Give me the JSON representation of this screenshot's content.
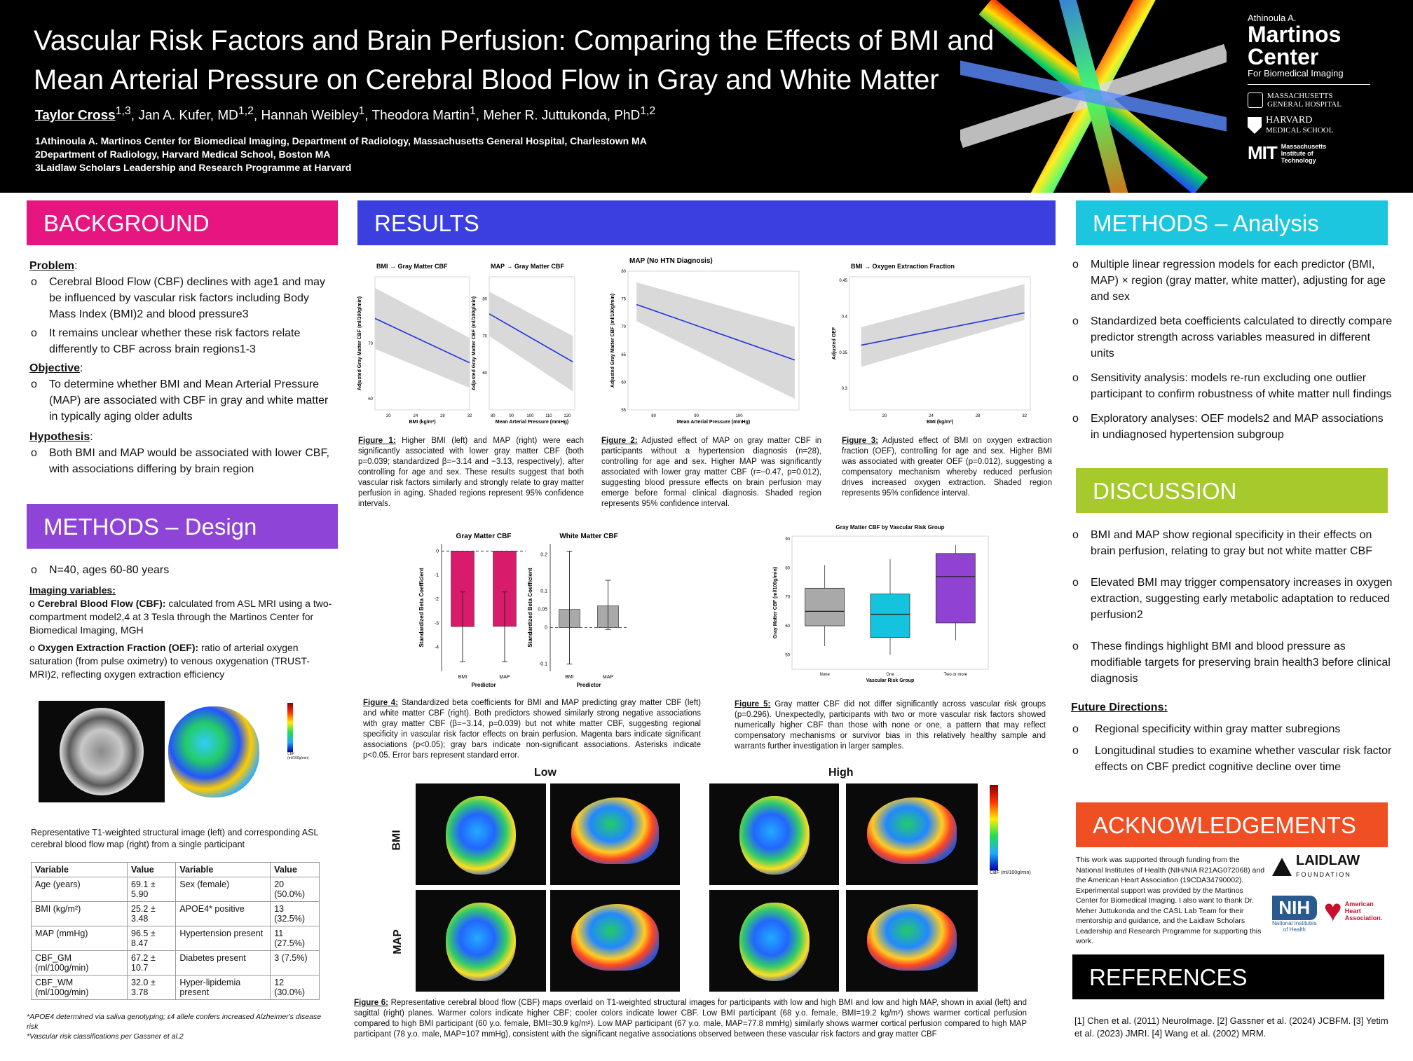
{
  "header": {
    "title": "Vascular Risk Factors and Brain Perfusion: Comparing the Effects of BMI and Mean Arterial Pressure on Cerebral Blood Flow in Gray and White Matter",
    "lead_author": "Taylor Cross",
    "lead_author_sup": "1,3",
    "authors_rest": [
      {
        "name": ", Jan A. Kufer, MD",
        "sup": "1,2"
      },
      {
        "name": ", Hannah Weibley",
        "sup": "1"
      },
      {
        "name": ", Theodora Martin",
        "sup": "1"
      },
      {
        "name": ", Meher R. Juttukonda, PhD",
        "sup": "1,2"
      }
    ],
    "affiliations": [
      "1Athinoula A. Martinos Center for Biomedical Imaging, Department of Radiology, Massachusetts General Hospital, Charlestown MA",
      "2Department of Radiology, Harvard Medical School, Boston MA",
      "3Laidlaw Scholars Leadership and Research Programme at Harvard"
    ],
    "logos": {
      "martinos_small": "Athinoula A.",
      "martinos_big1": "Martinos",
      "martinos_big2": "Center",
      "martinos_sub": "For Biomedical Imaging",
      "mgh1": "MASSACHUSETTS",
      "mgh2": "GENERAL HOSPITAL",
      "harvard1": "HARVARD",
      "harvard2": "MEDICAL SCHOOL",
      "mit_mark": "MIT",
      "mit1": "Massachusetts",
      "mit2": "Institute of",
      "mit3": "Technology"
    }
  },
  "colors": {
    "background": "#e6157f",
    "methods_design": "#8e44d6",
    "results": "#3b3fe0",
    "methods_analysis": "#1cc6de",
    "discussion": "#a6c92b",
    "acknowledgements": "#f04e23",
    "references": "#000000",
    "magenta_bar": "#d81b6a",
    "gray_bar": "#a9a9a9",
    "box_none": "#a9a9a9",
    "box_one": "#14c4de",
    "box_two": "#9043d2",
    "line_blue": "#2233dd"
  },
  "background": {
    "heading": "BACKGROUND",
    "problem_label": "Problem",
    "problem_items": [
      "Cerebral Blood Flow (CBF) declines with age1 and may be influenced by vascular risk factors including Body Mass Index (BMI)2 and blood pressure3",
      "It remains unclear whether these risk factors relate differently to CBF across brain regions1-3"
    ],
    "objective_label": "Objective",
    "objective_items": [
      "To determine whether BMI and Mean Arterial Pressure (MAP) are associated with CBF in gray and white matter in typically aging older adults"
    ],
    "hypothesis_label": "Hypothesis",
    "hypothesis_items": [
      "Both BMI and MAP would be associated with lower CBF, with associations differing by brain region"
    ]
  },
  "methods_design": {
    "heading": "METHODS – Design",
    "n_item": "N=40, ages 60-80 years",
    "imaging_label": "Imaging variables:",
    "cbf_label": "Cerebral Blood Flow (CBF):",
    "cbf_text": " calculated from ASL MRI using a two-compartment model2,4 at 3 Tesla through the Martinos Center for Biomedical Imaging, MGH",
    "oef_label": "Oxygen Extraction Fraction (OEF):",
    "oef_text": " ratio of arterial oxygen saturation (from pulse oximetry) to venous oxygenation (TRUST-MRI)2, reflecting oxygen extraction efficiency",
    "image_caption": "Representative T1-weighted structural image (left) and corresponding ASL cerebral blood flow map (right) from a single participant",
    "colorbar_label": "CBF (ml/100g/min)",
    "table_headers": [
      "Variable",
      "Value",
      "Variable",
      "Value"
    ],
    "table_rows": [
      [
        "Age (years)",
        "69.1 ± 5.90",
        "Sex (female)",
        "20 (50.0%)"
      ],
      [
        "BMI (kg/m²)",
        "25.2 ± 3.48",
        "APOE4* positive",
        "13 (32.5%)"
      ],
      [
        "MAP (mmHg)",
        "96.5 ± 8.47",
        "Hypertension present",
        "11 (27.5%)"
      ],
      [
        "CBF_GM (ml/100g/min)",
        "67.2 ± 10.7",
        "Diabetes present",
        "3 (7.5%)"
      ],
      [
        "CBF_WM (ml/100g/min)",
        "32.0 ± 3.78",
        "Hyper-lipidemia present",
        "12 (30.0%)"
      ]
    ],
    "footnote1": "*APOE4 determined via saliva genotyping; ε4 allele confers increased Alzheimer's disease risk",
    "footnote2": "*Vascular risk classifications per Gassner et al.2"
  },
  "results": {
    "heading": "RESULTS",
    "fig1a_title": "BMI → Gray Matter CBF",
    "fig1b_title": "MAP → Gray Matter CBF",
    "fig1_ylabel": "Adjusted Gray Matter CBF (ml/100g/min)",
    "fig1a_xlabel": "BMI (kg/m²)",
    "fig1b_xlabel": "Mean Arterial Pressure (mmHg)",
    "fig2_title": "MAP (No HTN Diagnosis)",
    "fig2_xlabel": "Mean Arterial Pressure (mmHg)",
    "fig2_ylabel": "Adjusted Gray Matter CBF (ml/100g/min)",
    "fig3_title": "BMI → Oxygen Extraction Fraction",
    "fig3_xlabel": "BMI (kg/m²)",
    "fig3_ylabel": "Adjusted OEF",
    "fig1_cap_label": "Figure 1:",
    "fig1_cap": " Higher BMI (left) and MAP (right) were each significantly associated with lower gray matter CBF (both p=0.039; standardized β=−3.14 and −3.13, respectively), after controlling for age and sex. These results suggest that both vascular risk factors similarly and strongly relate to gray matter perfusion in aging. Shaded regions represent 95% confidence intervals.",
    "fig2_cap_label": "Figure 2:",
    "fig2_cap": " Adjusted effect of MAP on gray matter CBF in participants without a hypertension diagnosis (n=28), controlling for age and sex. Higher MAP was significantly associated with lower gray matter CBF (r=−0.47, p=0.012), suggesting blood pressure effects on brain perfusion may emerge before formal clinical diagnosis. Shaded region represents 95% confidence interval.",
    "fig3_cap_label": "Figure 3:",
    "fig3_cap": " Adjusted effect of BMI on oxygen extraction fraction (OEF), controlling for age and sex. Higher BMI was associated with greater OEF (p=0.012), suggesting a compensatory mechanism whereby reduced perfusion drives increased oxygen extraction. Shaded region represents 95% confidence interval.",
    "fig4a_title": "Gray Matter CBF",
    "fig4b_title": "White Matter CBF",
    "fig4_ylabel": "Standardized Beta Coefficient",
    "fig4_xlabel": "Predictor",
    "fig4_cap_label": "Figure 4:",
    "fig4_cap": " Standardized beta coefficients for BMI and MAP predicting gray matter CBF (left) and white matter CBF (right). Both predictors showed similarly strong negative associations with gray matter CBF (β=−3.14, p=0.039) but not white matter CBF, suggesting regional specificity in vascular risk factor effects on brain perfusion. Magenta bars indicate significant associations (p<0.05); gray bars indicate non-significant associations. Asterisks indicate p<0.05. Error bars represent standard error.",
    "fig5_title": "Gray Matter CBF by Vascular Risk Group",
    "fig5_xlabel": "Vascular Risk Group",
    "fig5_ylabel": "Gray Matter CBF (ml/100g/min)",
    "fig5_cap_label": "Figure 5:",
    "fig5_cap": " Gray matter CBF did not differ significantly across vascular risk groups (p=0.296). Unexpectedly, participants with two or more vascular risk factors showed numerically higher CBF than those with none or one, a pattern that may reflect compensatory mechanisms or survivor bias in this relatively healthy sample and warrants further investigation in larger samples.",
    "fig6_low": "Low",
    "fig6_high": "High",
    "fig6_row1": "BMI",
    "fig6_row2": "MAP",
    "fig6_colorbar_label": "CBF (ml/100g/min)",
    "fig6_cap_label": "Figure 6:",
    "fig6_cap": " Representative cerebral blood flow (CBF) maps overlaid on T1-weighted structural images for participants with low and high BMI and low and high MAP, shown in axial (left) and sagittal (right) planes. Warmer colors indicate higher CBF; cooler colors indicate lower CBF. Low BMI participant (68 y.o. female, BMI=19.2 kg/m²) shows warmer cortical perfusion compared to high BMI participant (60 y.o. female, BMI=30.9 kg/m²). Low MAP participant (67 y.o. male, MAP=77.8 mmHg) similarly shows warmer cortical perfusion compared to high MAP participant (78 y.o. male, MAP=107 mmHg), consistent with the significant negative associations observed between these vascular risk factors and gray matter CBF"
  },
  "chart_data": [
    {
      "type": "line",
      "title": "BMI → Gray Matter CBF",
      "xlabel": "BMI (kg/m²)",
      "ylabel": "Adjusted Gray Matter CBF (ml/100g/min)",
      "x": [
        18,
        32
      ],
      "fit": [
        74.5,
        66.5
      ],
      "ci_low": [
        69,
        62
      ],
      "ci_high": [
        80,
        71
      ],
      "xlim": [
        18,
        32
      ],
      "ylim": [
        58,
        82
      ],
      "xticks": [
        20,
        24,
        28,
        32
      ],
      "yticks": [
        60,
        70
      ]
    },
    {
      "type": "line",
      "title": "MAP → Gray Matter CBF",
      "xlabel": "Mean Arterial Pressure (mmHg)",
      "ylabel": "Adjusted Gray Matter CBF (ml/100g/min)",
      "x": [
        78,
        123
      ],
      "fit": [
        76,
        63
      ],
      "ci_low": [
        70,
        55
      ],
      "ci_high": [
        82,
        70
      ],
      "xlim": [
        78,
        124
      ],
      "ylim": [
        50,
        86
      ],
      "xticks": [
        80,
        90,
        100,
        110,
        120
      ],
      "yticks": [
        60,
        70,
        80
      ]
    },
    {
      "type": "line",
      "title": "MAP (No HTN Diagnosis)",
      "xlabel": "Mean Arterial Pressure (mmHg)",
      "ylabel": "Adjusted Gray Matter CBF (ml/100g/min)",
      "x": [
        76,
        113
      ],
      "fit": [
        74,
        64
      ],
      "ci_low": [
        71,
        57
      ],
      "ci_high": [
        78,
        70
      ],
      "xlim": [
        74,
        114
      ],
      "ylim": [
        55,
        80
      ],
      "xticks": [
        80,
        90,
        100
      ],
      "yticks": [
        55,
        60,
        65,
        70,
        75,
        80
      ]
    },
    {
      "type": "line",
      "title": "BMI → Oxygen Extraction Fraction",
      "xlabel": "BMI (kg/m²)",
      "ylabel": "Adjusted OEF",
      "x": [
        18,
        32
      ],
      "fit": [
        0.36,
        0.405
      ],
      "ci_low": [
        0.33,
        0.395
      ],
      "ci_high": [
        0.385,
        0.445
      ],
      "xlim": [
        17,
        32.5
      ],
      "ylim": [
        0.27,
        0.455
      ],
      "xticks": [
        20,
        24,
        28,
        32
      ],
      "yticks": [
        0.3,
        0.35,
        0.4,
        0.45
      ]
    },
    {
      "type": "bar",
      "title": "Gray Matter CBF",
      "xlabel": "Predictor",
      "ylabel": "Standardized Beta Coefficient",
      "categories": [
        "BMI",
        "MAP"
      ],
      "values": [
        -3.14,
        -3.13
      ],
      "error_low": [
        -4.6,
        -4.6
      ],
      "error_high": [
        -1.7,
        -1.7
      ],
      "significant": [
        true,
        true
      ],
      "ylim": [
        -5,
        0.3
      ],
      "yticks": [
        0,
        -1,
        -2,
        -3,
        -4
      ]
    },
    {
      "type": "bar",
      "title": "White Matter CBF",
      "xlabel": "Predictor",
      "ylabel": "Standardized Beta Coefficient",
      "categories": [
        "BMI",
        "MAP"
      ],
      "values": [
        0.05,
        0.06
      ],
      "error_low": [
        -0.1,
        -0.005
      ],
      "error_high": [
        0.21,
        0.13
      ],
      "significant": [
        false,
        false
      ],
      "ylim": [
        -0.12,
        0.23
      ],
      "yticks": [
        0.2,
        0.1,
        0.05,
        0.0,
        -0.1
      ]
    },
    {
      "type": "box",
      "title": "Gray Matter CBF by Vascular Risk Group",
      "xlabel": "Vascular Risk Group",
      "ylabel": "Gray Matter CBF (ml/100g/min)",
      "categories": [
        "None",
        "One",
        "Two or more"
      ],
      "boxes": [
        {
          "min": 53,
          "q1": 60,
          "median": 65,
          "q3": 73,
          "max": 81
        },
        {
          "min": 50,
          "q1": 56,
          "median": 64,
          "q3": 71,
          "max": 83
        },
        {
          "min": 55,
          "q1": 61,
          "median": 77,
          "q3": 85,
          "max": 88
        }
      ],
      "ylim": [
        45,
        91
      ],
      "yticks": [
        50,
        60,
        70,
        80,
        90
      ]
    }
  ],
  "methods_analysis": {
    "heading": "METHODS – Analysis",
    "items": [
      "Multiple linear regression models for each predictor (BMI, MAP) × region (gray matter, white matter), adjusting for age and sex",
      "Standardized beta coefficients calculated to directly compare predictor strength across variables measured in different units",
      "Sensitivity analysis: models re-run excluding one outlier participant to confirm robustness of white matter null findings",
      "Exploratory analyses: OEF models2 and MAP associations in undiagnosed hypertension subgroup"
    ]
  },
  "discussion": {
    "heading": "DISCUSSION",
    "items": [
      "BMI and MAP show regional specificity in their effects on brain perfusion, relating to gray but not white matter CBF",
      "Elevated BMI may trigger compensatory increases in oxygen extraction, suggesting early metabolic adaptation to reduced perfusion2",
      "These findings highlight BMI and blood pressure as modifiable targets for preserving brain health3 before clinical diagnosis"
    ],
    "future_label": "Future Directions:",
    "future_items": [
      "Regional specificity within gray matter subregions",
      "Longitudinal studies to examine whether vascular risk factor effects on CBF predict cognitive decline over time"
    ]
  },
  "acknowledgements": {
    "heading": "ACKNOWLEDGEMENTS",
    "text": "This work was supported through funding from the National Institutes of Health (NIH/NIA R21AG072068) and the American Heart Association (19CDA34790002). Experimental support was provided by the Martinos Center for Biomedical Imaging. I also want to thank Dr. Meher Juttukonda and the CASL Lab Team for their mentorship and guidance, and the Laidlaw Scholars Leadership and Research Programme for supporting this work.",
    "laidlaw1": "LAIDLAW",
    "laidlaw2": "FOUNDATION",
    "nih": "NIH",
    "nih_sub1": "National Institutes",
    "nih_sub2": "of Health",
    "aha1": "American",
    "aha2": "Heart",
    "aha3": "Association."
  },
  "references": {
    "heading": "REFERENCES",
    "text": "[1] Chen et al. (2011) NeuroImage. [2] Gassner et al. (2024) JCBFM. [3] Yetim et al. (2023) JMRI. [4] Wang et al. (2002) MRM."
  }
}
